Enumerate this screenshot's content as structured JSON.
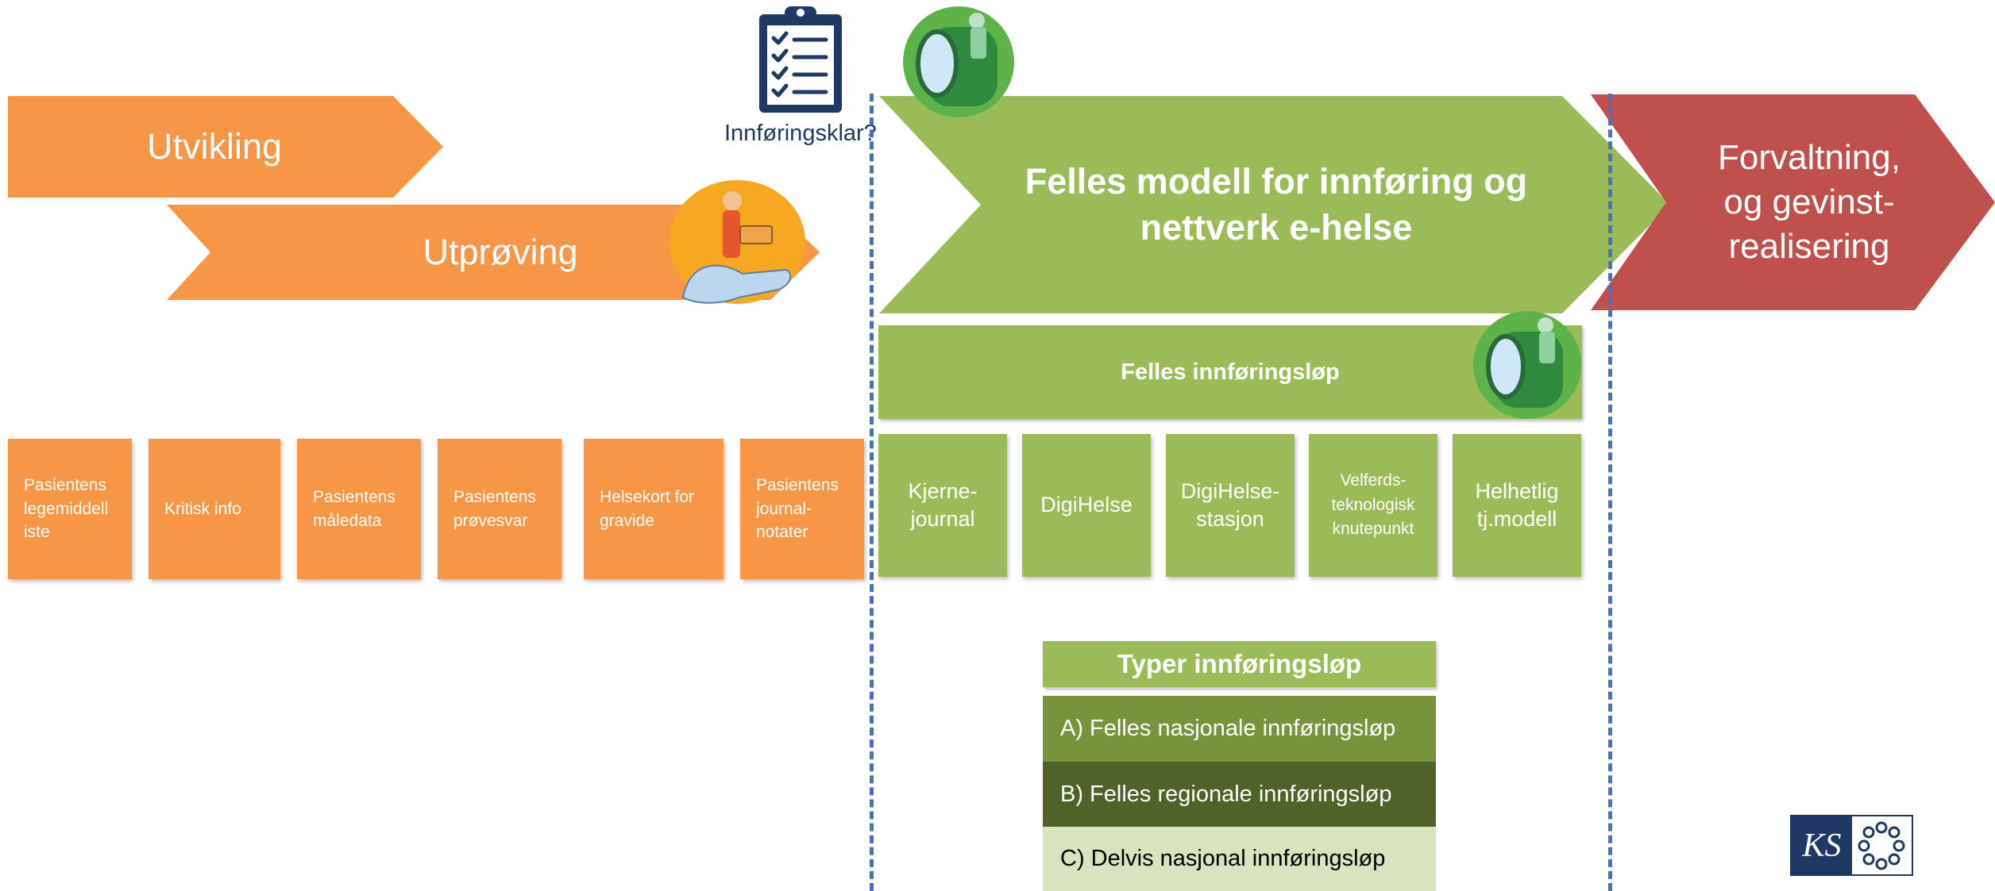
{
  "phases": {
    "utvikling": "Utvikling",
    "utproving": "Utprøving",
    "felles_modell": [
      "Felles modell for innføring og",
      "nettverk e-helse"
    ],
    "forvaltning": [
      "Forvaltning,",
      "og gevinst-",
      "realisering"
    ]
  },
  "checklist": {
    "icon": "clipboard-checklist-icon",
    "label": "Innføringsklar?"
  },
  "felles_innforingslop": "Felles innføringsløp",
  "orange_items": [
    "Pasientens\nlegemiddell\niste",
    "Kritisk info",
    "Pasientens\nmåledata",
    "Pasientens\nprøvesvar",
    "Helsekort for\ngravide",
    "Pasientens\njournal-\nnotater"
  ],
  "green_items": [
    "Kjerne-\njournal",
    "DigiHelse",
    "DigiHelse-\nstasjon",
    "Velferds-\nteknologisk\nknutepunkt",
    "Helhetlig\ntj.modell"
  ],
  "types": {
    "title": "Typer innføringsløp",
    "a": "A) Felles nasjonale innføringsløp",
    "b": "B) Felles regionale innføringsløp",
    "c": "C) Delvis nasjonal innføringsløp"
  },
  "logo": {
    "text": "KS",
    "icon": "ks-ring-icon"
  },
  "colors": {
    "orange": "#f79646",
    "green": "#9bbb59",
    "red": "#c0504d",
    "dark_green_a": "#77933c",
    "dark_green_b": "#4f6228",
    "light_green_c": "#d7e4bd",
    "navy": "#1f3864",
    "dash_blue": "#4472c4"
  }
}
